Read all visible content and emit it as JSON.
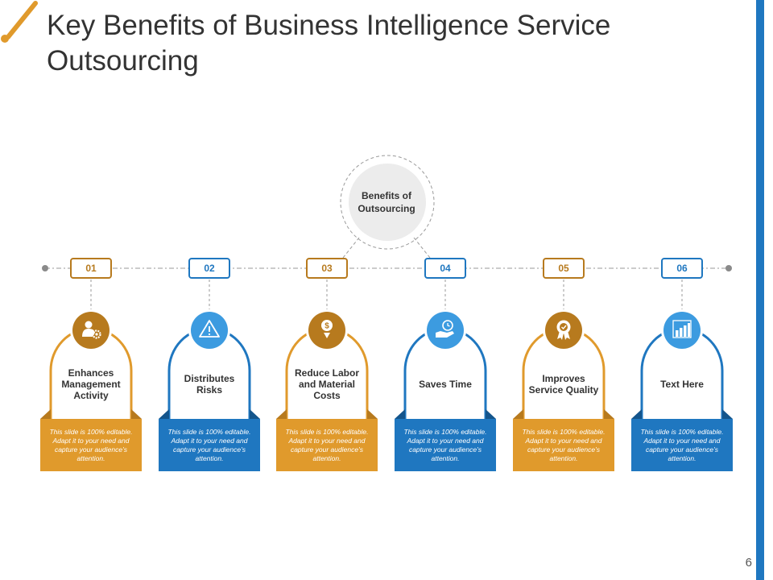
{
  "title": "Key Benefits of Business Intelligence Service Outsourcing",
  "center_label": "Benefits of Outsourcing",
  "page_number": "6",
  "colors": {
    "orange": "#e09a2c",
    "orange_dark": "#b77a1e",
    "blue": "#1f77c0",
    "blue_dark": "#14558c",
    "icon_blue": "#3c9be0"
  },
  "items": [
    {
      "num": "01",
      "title": "Enhances Management Activity",
      "desc": "This slide is 100% editable. Adapt it to your need and capture your audience’s attention.",
      "icon": "user-gear-icon",
      "color": "orange"
    },
    {
      "num": "02",
      "title": "Distributes Risks",
      "desc": "This slide is 100% editable. Adapt it to your need and capture your audience’s attention.",
      "icon": "warning-icon",
      "color": "blue"
    },
    {
      "num": "03",
      "title": "Reduce Labor and Material Costs",
      "desc": "This slide is 100% editable. Adapt it to your need and capture your audience’s attention.",
      "icon": "dollar-down-icon",
      "color": "orange"
    },
    {
      "num": "04",
      "title": "Saves Time",
      "desc": "This slide is 100% editable. Adapt it to your need and capture your audience’s attention.",
      "icon": "hand-clock-icon",
      "color": "blue"
    },
    {
      "num": "05",
      "title": "Improves Service Quality",
      "desc": "This slide is 100% editable. Adapt it to your need and capture your audience’s attention.",
      "icon": "award-icon",
      "color": "orange"
    },
    {
      "num": "06",
      "title": "Text Here",
      "desc": "This slide is 100% editable. Adapt it to your need and capture your audience’s attention.",
      "icon": "bar-chart-icon",
      "color": "blue"
    }
  ]
}
